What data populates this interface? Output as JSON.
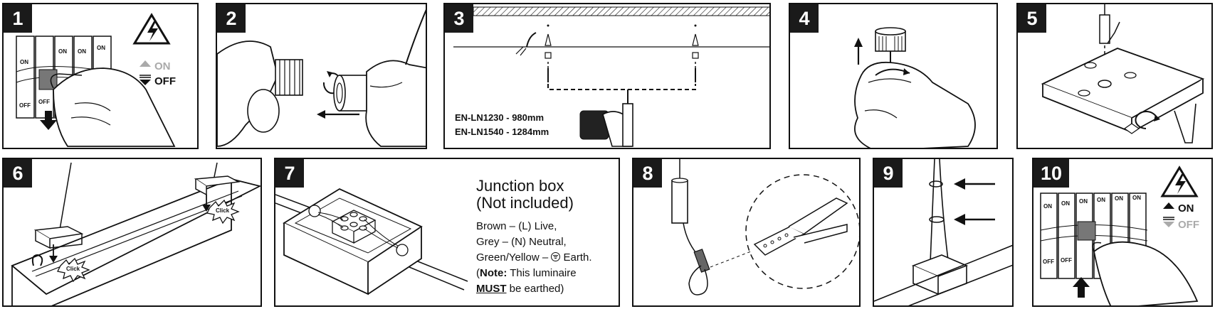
{
  "panels": [
    {
      "number": "1",
      "switch_on": "ON",
      "switch_off": "OFF",
      "legend_on": "ON",
      "legend_off": "OFF"
    },
    {
      "number": "2"
    },
    {
      "number": "3",
      "model_a": "EN-LN1230 - 980mm",
      "model_b": "EN-LN1540 - 1284mm"
    },
    {
      "number": "4"
    },
    {
      "number": "5"
    },
    {
      "number": "6",
      "click": "Click"
    },
    {
      "number": "7",
      "title_line1": "Junction box",
      "title_line2": "(Not included)",
      "brown": "Brown – (L) Live,",
      "grey": "Grey – (N) Neutral,",
      "green_prefix": "Green/Yellow – ",
      "green_suffix": " Earth.",
      "note_open": "(",
      "note_bold": "Note:",
      "note_rest": " This luminaire",
      "must": "MUST",
      "must_rest": " be earthed)"
    },
    {
      "number": "8"
    },
    {
      "number": "9"
    },
    {
      "number": "10",
      "switch_on": "ON",
      "switch_off": "OFF",
      "legend_on": "ON",
      "legend_off": "OFF"
    }
  ],
  "icons": [
    "warning-electric-icon",
    "arrow-down-icon",
    "arrow-up-icon",
    "rotate-icon",
    "arrow-left-icon",
    "drill-icon",
    "earth-symbol-icon"
  ]
}
